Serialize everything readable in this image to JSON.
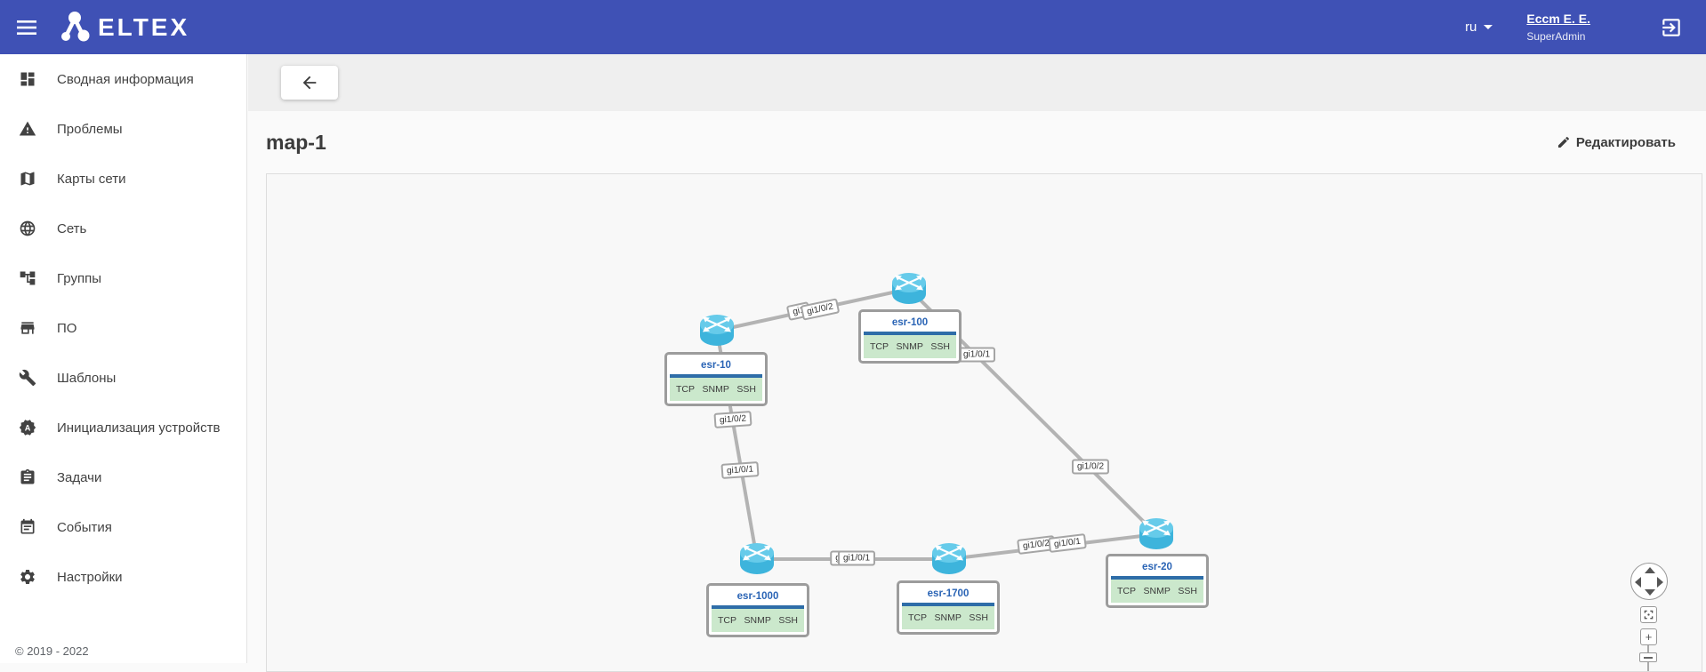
{
  "header": {
    "brand": "ELTEX",
    "language": "ru",
    "user_name": "Eccm E. E.",
    "user_role": "SuperAdmin"
  },
  "sidebar": {
    "items": [
      {
        "label": "Сводная информация",
        "icon": "dashboard-icon"
      },
      {
        "label": "Проблемы",
        "icon": "warning-icon"
      },
      {
        "label": "Карты сети",
        "icon": "map-icon"
      },
      {
        "label": "Сеть",
        "icon": "globe-icon"
      },
      {
        "label": "Группы",
        "icon": "groups-tree-icon"
      },
      {
        "label": "ПО",
        "icon": "firmware-store-icon"
      },
      {
        "label": "Шаблоны",
        "icon": "wrench-icon"
      },
      {
        "label": "Инициализация устройств",
        "icon": "device-init-badge-icon"
      },
      {
        "label": "Задачи",
        "icon": "tasks-clipboard-icon"
      },
      {
        "label": "События",
        "icon": "events-calendar-icon"
      },
      {
        "label": "Настройки",
        "icon": "settings-gear-icon"
      }
    ],
    "copyright": "© 2019 - 2022"
  },
  "page": {
    "title": "map-1",
    "edit_label": "Редактировать"
  },
  "map": {
    "devices": [
      {
        "name": "esr-10",
        "protocols": [
          "TCP",
          "SNMP",
          "SSH"
        ]
      },
      {
        "name": "esr-100",
        "protocols": [
          "TCP",
          "SNMP",
          "SSH"
        ]
      },
      {
        "name": "esr-1000",
        "protocols": [
          "TCP",
          "SNMP",
          "SSH"
        ]
      },
      {
        "name": "esr-1700",
        "protocols": [
          "TCP",
          "SNMP",
          "SSH"
        ]
      },
      {
        "name": "esr-20",
        "protocols": [
          "TCP",
          "SNMP",
          "SSH"
        ]
      }
    ],
    "link_labels": [
      {
        "text": "gi1"
      },
      {
        "text": "gi1/0/2"
      },
      {
        "text": "gi1/0/1"
      },
      {
        "text": "gi1/0/2"
      },
      {
        "text": "gi1/0/2"
      },
      {
        "text": "gi1/0/1"
      },
      {
        "text": "g"
      },
      {
        "text": "gi1/0/1"
      },
      {
        "text": "gi1/0/2"
      },
      {
        "text": "gi1/0/1"
      }
    ]
  },
  "colors": {
    "topbar": "#3f51b5",
    "device_title": "#2a64b5",
    "device_divider": "#2e6da8",
    "protocols_ok_bg": "#cbe8cc",
    "link_line": "#b3b3b3"
  }
}
